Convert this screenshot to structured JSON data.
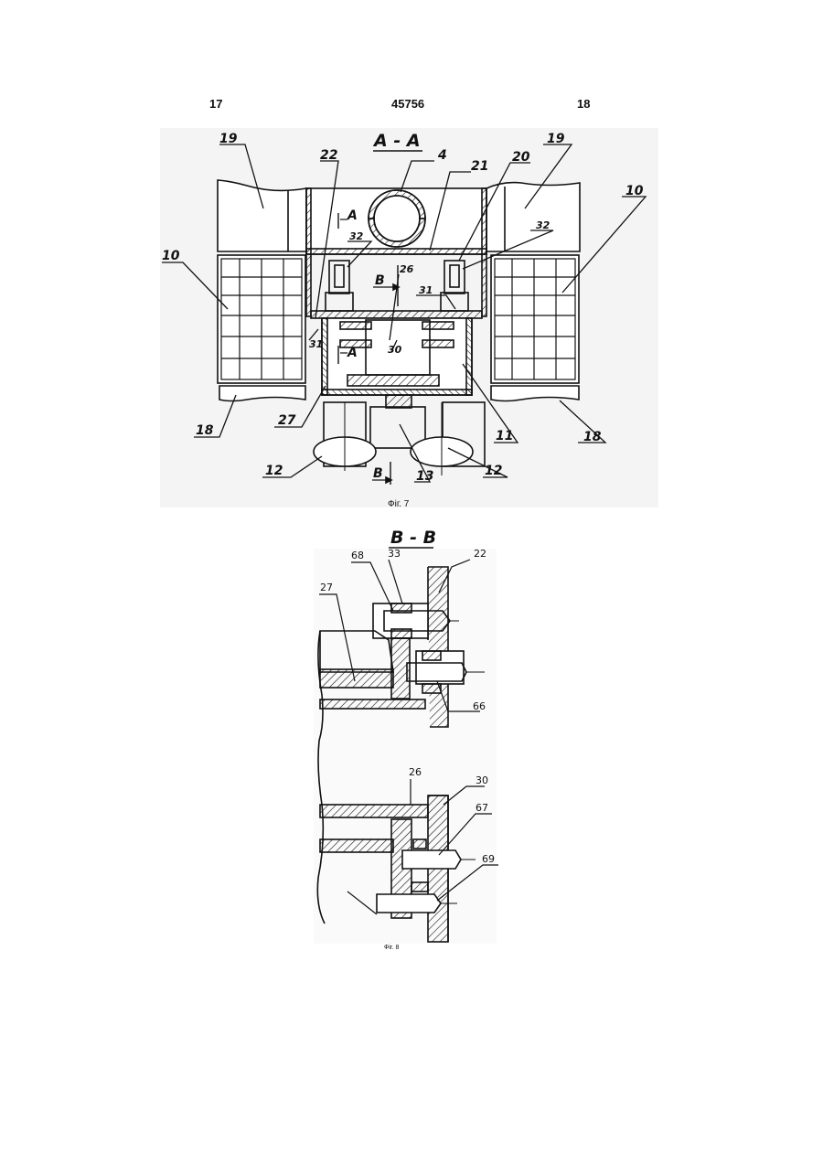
{
  "header": {
    "left_page": "17",
    "patent_number": "45756",
    "right_page": "18"
  },
  "figure7": {
    "section_title": "A - A",
    "caption": "Фіг. 7",
    "labels": {
      "l19a": "19",
      "l19b": "19",
      "l22": "22",
      "l4": "4",
      "l21": "21",
      "l20": "20",
      "l10a": "10",
      "l10b": "10",
      "l32a": "32",
      "l32b": "32",
      "l26": "26",
      "lB1": "B",
      "lA1": "A",
      "lA2": "A",
      "l31a": "31",
      "l31b": "31",
      "l30": "30",
      "l11": "11",
      "l27": "27",
      "l18a": "18",
      "l18b": "18",
      "l12a": "12",
      "l12b": "12",
      "l13": "13",
      "lB2": "B"
    }
  },
  "figure8": {
    "section_title": "B - B",
    "caption": "Фіг. 8",
    "labels": {
      "l68": "68",
      "l33": "33",
      "l22": "22",
      "l27": "27",
      "l66": "66",
      "l26": "26",
      "l30": "30",
      "l67": "67",
      "l69": "69"
    }
  }
}
